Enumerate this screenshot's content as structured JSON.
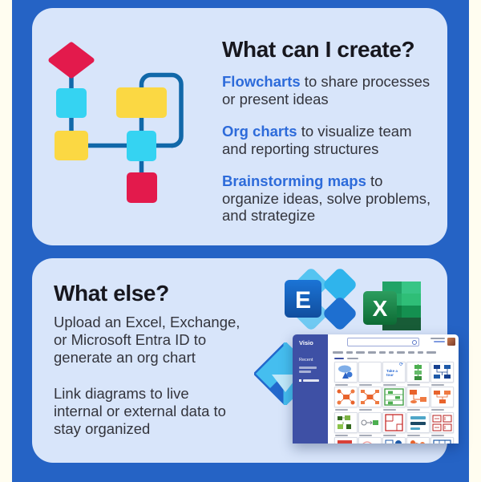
{
  "colors": {
    "page_bg": "#FFFDF0",
    "panel_blue": "#2563C5",
    "card_bg": "#D8E5FA",
    "accent_blue": "#2D6BDA",
    "heading_text": "#17171E",
    "body_text": "#33343C",
    "flow_line": "#1168A9",
    "flow_red": "#E31A4C",
    "flow_cyan": "#35D3F2",
    "flow_yellow": "#FBD843",
    "visio_sidebar": "#3E50A5"
  },
  "card1": {
    "title": "What can I create?",
    "items": [
      {
        "lead": "Flowcharts",
        "rest": " to share processes\nor present ideas"
      },
      {
        "lead": "Org charts",
        "rest": " to visualize team\nand reporting structures"
      },
      {
        "lead": "Brainstorming maps",
        "rest": " to\norganize ideas, solve problems,\nand strategize"
      }
    ]
  },
  "card2": {
    "title": "What else?",
    "paragraphs": {
      "upload": "Upload an Excel, Exchange,\nor Microsoft Entra ID to\ngenerate an org chart",
      "link": "Link diagrams to live\ninternal or external data to\nstay organized"
    }
  },
  "icons": {
    "exchange_letter": "E",
    "excel_letter": "X"
  },
  "visio_app": {
    "app_name": "Visio",
    "nav_recent": "Recent",
    "tour_label": "Take a tour"
  }
}
